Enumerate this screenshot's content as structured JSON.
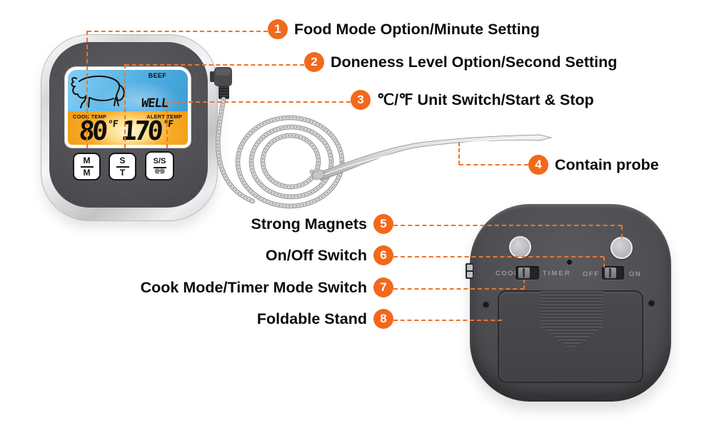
{
  "accent": {
    "badge_color": "#f2691c",
    "line_color": "#ee7428"
  },
  "callouts": [
    {
      "number": "1",
      "label": "Food Mode Option/Minute Setting"
    },
    {
      "number": "2",
      "label": "Doneness Level Option/Second Setting"
    },
    {
      "number": "3",
      "label": "℃/℉ Unit Switch/Start & Stop"
    },
    {
      "number": "4",
      "label": "Contain probe"
    },
    {
      "number": "5",
      "label": "Strong Magnets"
    },
    {
      "number": "6",
      "label": "On/Off Switch"
    },
    {
      "number": "7",
      "label": "Cook Mode/Timer Mode Switch"
    },
    {
      "number": "8",
      "label": "Foldable Stand"
    }
  ],
  "front_device": {
    "lcd": {
      "food_mode": "BEEF",
      "doneness": "WELL",
      "cook_temp_label": "COOK TEMP",
      "alert_temp_label": "ALERT TEMP",
      "cook_temp_value": "80",
      "cook_temp_unit": "°F",
      "alert_temp_value": "170",
      "alert_temp_unit": "°F",
      "blue_color": "#52b0e3",
      "orange_color": "#f9ab24"
    },
    "buttons": {
      "minute": {
        "top": "M",
        "bottom": "M"
      },
      "second": {
        "top": "S",
        "bottom": "T"
      },
      "start_stop": {
        "top": "S/S",
        "alarm_glyph": "(((•)))"
      }
    }
  },
  "back_device": {
    "mode_switch": {
      "left": "COOK",
      "right": "TIMER"
    },
    "power_switch": {
      "left": "OFF",
      "right": "ON"
    }
  }
}
